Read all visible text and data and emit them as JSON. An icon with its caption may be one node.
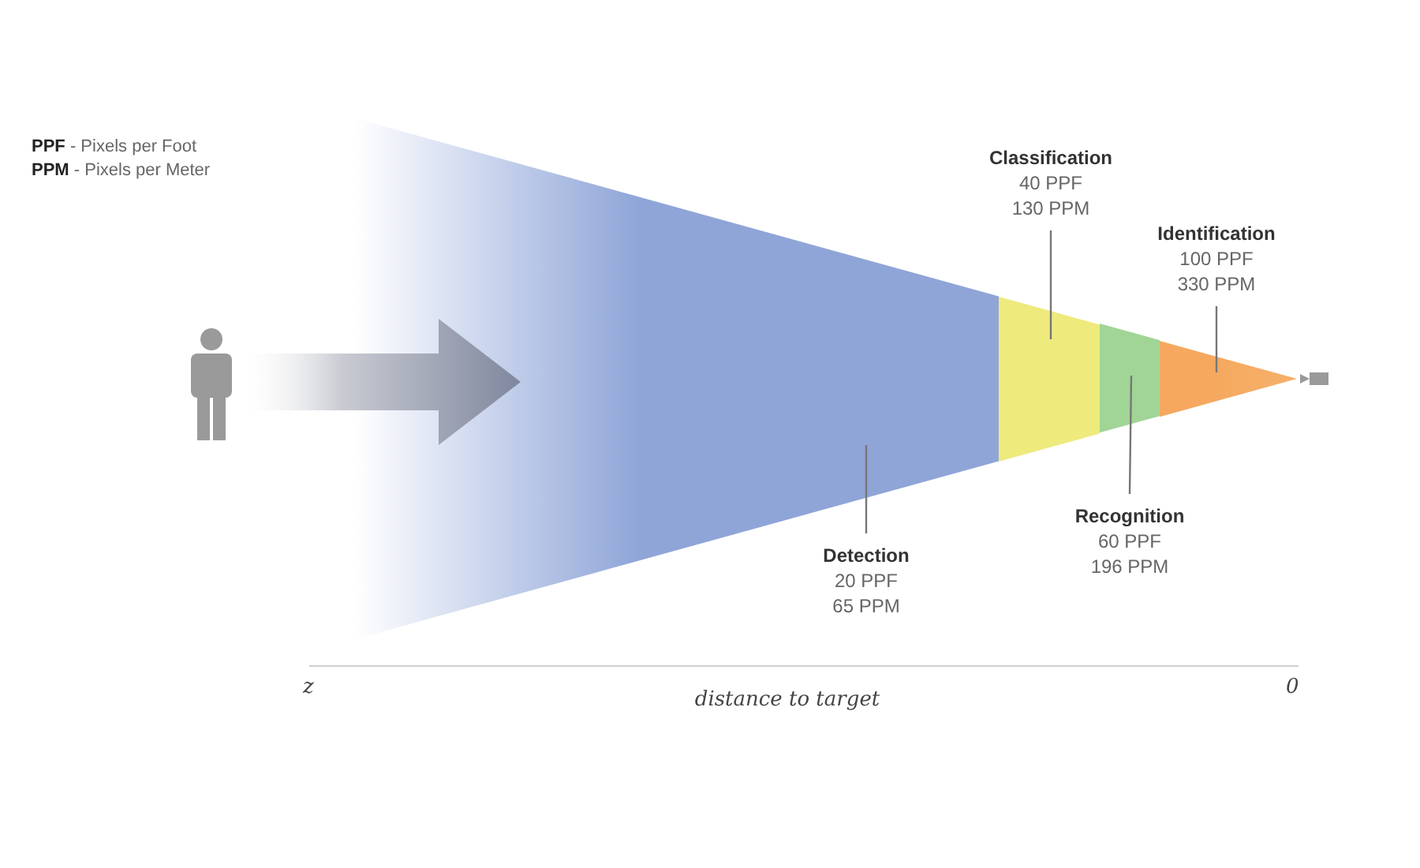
{
  "diagram": {
    "nodes": [
      {
        "text": [
          "Classification",
          "40 PPF",
          "130 PPM"
        ]
      },
      {
        "text": [
          "Identification",
          "100 PPF",
          "330 PPM"
        ]
      },
      {
        "text": [
          "Detection",
          "20 PPF",
          "65 PPM"
        ]
      },
      {
        "text": [
          "Recognition",
          "60 PPF",
          "196 PPM"
        ]
      },
      {
        "text": [],
        "shape": "person"
      },
      {
        "text": [],
        "shape": "band"
      },
      {
        "text": [],
        "shape": "band"
      },
      {
        "text": [],
        "shape": "band"
      },
      {
        "text": [],
        "shape": "band"
      }
    ],
    "edges": [
      {
        "from": 0,
        "to": 6,
        "arrow": "none"
      },
      {
        "from": 1,
        "to": 8,
        "arrow": "none"
      },
      {
        "from": 2,
        "to": 5,
        "arrow": "none"
      },
      {
        "from": 3,
        "to": 7,
        "arrow": "none"
      },
      {
        "from": 4,
        "to": 5,
        "arrow": "to",
        "style": "thick",
        "color": "#7f879e"
      }
    ],
    "labels": [
      "**PPF** - Pixels per Foot",
      "**PPM** - Pixels per Meter",
      "z",
      "distance to target",
      "0"
    ]
  }
}
